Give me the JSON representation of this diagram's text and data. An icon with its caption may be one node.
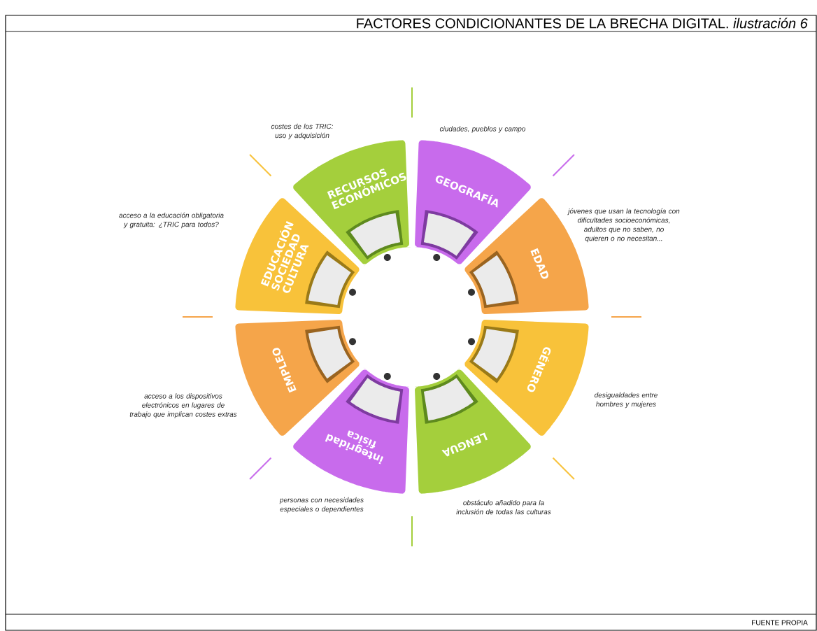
{
  "diagram": {
    "title": "FACTORES CONDICIONANTES DE LA BRECHA DIGITAL. *ilustración 6*",
    "caption": "FUENTE PROPIA",
    "nodes": [
      {
        "text": [
          "RECURSOS ECONÓMICOS"
        ],
        "beside": [
          "costes de los TRIC: uso y adquisición"
        ]
      },
      {
        "text": [
          "GEOGRAFÍA"
        ],
        "beside": [
          "ciudades, pueblos y campo"
        ]
      },
      {
        "text": [
          "EDAD"
        ],
        "beside": [
          "jóvenes que usan la tecnología con dificultades socioeconómicas, adultos que no saben, no quieren o no necesitan..."
        ]
      },
      {
        "text": [
          "GÉNERO"
        ],
        "beside": [
          "desigualdades entre hombres y mujeres"
        ]
      },
      {
        "text": [
          "LENGUA"
        ],
        "beside": [
          "obstáculo añadido para la inclusión de todas las culturas"
        ]
      },
      {
        "text": [
          "integridad física"
        ],
        "beside": [
          "personas con necesidades especiales o dependientes"
        ]
      },
      {
        "text": [
          "EMPLEO"
        ],
        "beside": [
          "acceso a los dispositivos electrónicos en lugares de trabajo que implican costes extras"
        ]
      },
      {
        "text": [
          "EDUCACIÓN SOCIEDAD CULTURA"
        ],
        "beside": [
          "acceso a la educación obligatoria y gratuita: ¿TRIC para todos?"
        ]
      }
    ]
  }
}
